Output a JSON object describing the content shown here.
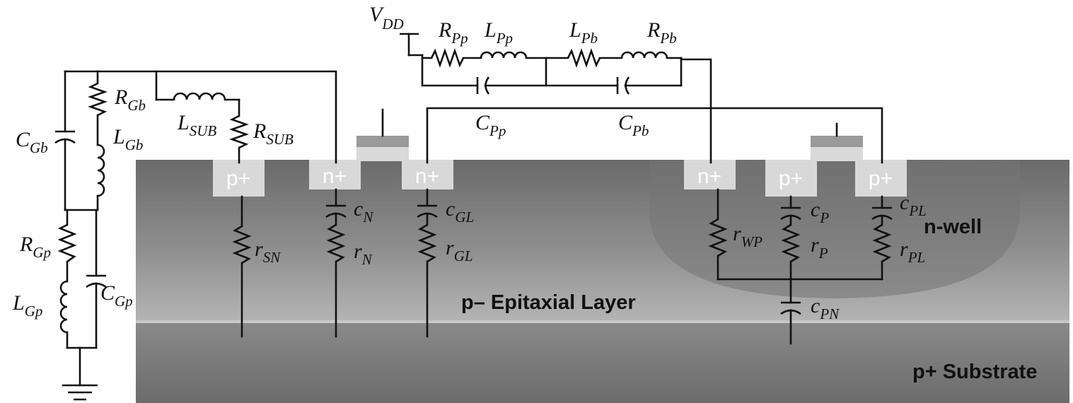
{
  "layers": {
    "epitaxial": "p– Epitaxial Layer",
    "substrate": "p+ Substrate",
    "nwell": "n-well"
  },
  "diffusions": {
    "d1": "p+",
    "d2": "n+",
    "d3": "n+",
    "d4": "n+",
    "d5": "p+",
    "d6": "p+"
  },
  "labels": {
    "vdd": {
      "main": "V",
      "sub": "DD"
    },
    "r_pp": {
      "main": "R",
      "sub": "Pp"
    },
    "l_pp": {
      "main": "L",
      "sub": "Pp"
    },
    "l_pb": {
      "main": "L",
      "sub": "Pb"
    },
    "r_pb": {
      "main": "R",
      "sub": "Pb"
    },
    "c_pp": {
      "main": "C",
      "sub": "Pp"
    },
    "c_pb": {
      "main": "C",
      "sub": "Pb"
    },
    "r_gb": {
      "main": "R",
      "sub": "Gb"
    },
    "l_gb": {
      "main": "L",
      "sub": "Gb"
    },
    "c_gb": {
      "main": "C",
      "sub": "Gb"
    },
    "l_sub": {
      "main": "L",
      "sub": "SUB"
    },
    "r_sub": {
      "main": "R",
      "sub": "SUB"
    },
    "r_gp": {
      "main": "R",
      "sub": "Gp"
    },
    "l_gp": {
      "main": "L",
      "sub": "Gp"
    },
    "c_gp": {
      "main": "C",
      "sub": "Gp"
    },
    "r_sn": {
      "main": "r",
      "sub": "SN"
    },
    "c_n": {
      "main": "c",
      "sub": "N"
    },
    "r_n": {
      "main": "r",
      "sub": "N"
    },
    "c_gl": {
      "main": "c",
      "sub": "GL"
    },
    "r_gl": {
      "main": "r",
      "sub": "GL"
    },
    "r_wp": {
      "main": "r",
      "sub": "WP"
    },
    "c_p": {
      "main": "c",
      "sub": "P"
    },
    "r_p": {
      "main": "r",
      "sub": "P"
    },
    "c_pl": {
      "main": "c",
      "sub": "PL"
    },
    "r_pl": {
      "main": "r",
      "sub": "PL"
    },
    "c_pn": {
      "main": "c",
      "sub": "PN"
    }
  }
}
